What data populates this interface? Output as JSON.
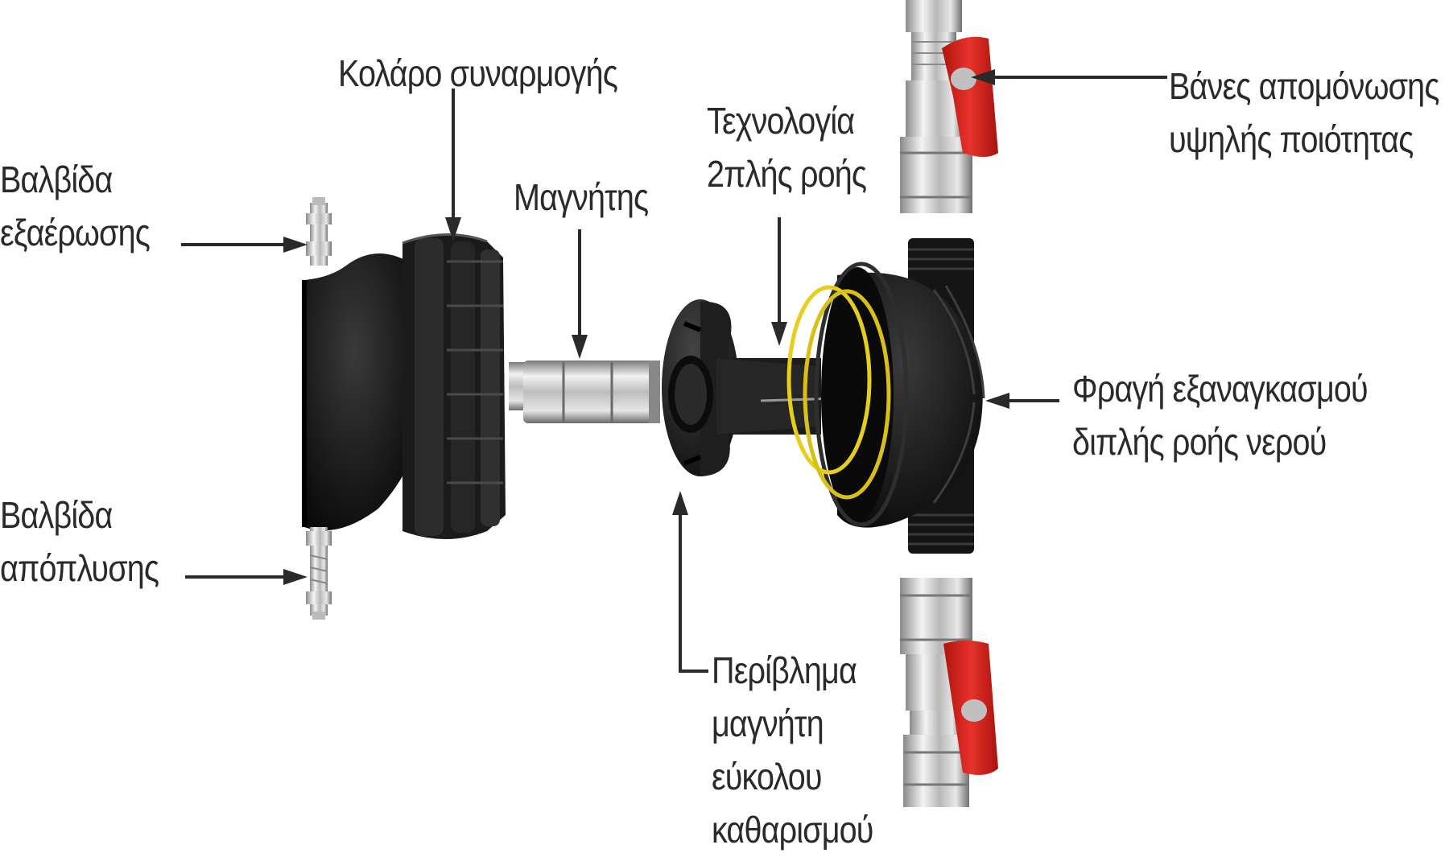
{
  "labels": {
    "collar": [
      "Κολάρο συναρμογής"
    ],
    "bleed_valve": [
      "Βαλβίδα",
      "εξαέρωσης"
    ],
    "flush_valve": [
      "Βαλβίδα",
      "απόπλυσης"
    ],
    "magnet": [
      "Μαγνήτης"
    ],
    "dual_flow": [
      "Τεχνολογία",
      "2πλής ροής"
    ],
    "isolation_valves": [
      "Βάνες απομόνωσης",
      "υψηλής ποιότητας"
    ],
    "dual_flow_barrier": [
      "Φραγή εξαναγκασμού",
      "διπλής ροής νερού"
    ],
    "magnet_housing": [
      "Περίβλημα",
      "μαγνήτη",
      "εύκολου",
      "καθαρισμού"
    ]
  },
  "colors": {
    "body_black": "#151515",
    "seal_yellow": "#e6cf1c",
    "handle_red": "#d9241f",
    "metal": "#c8c8c8",
    "text": "#2a2a2a"
  }
}
